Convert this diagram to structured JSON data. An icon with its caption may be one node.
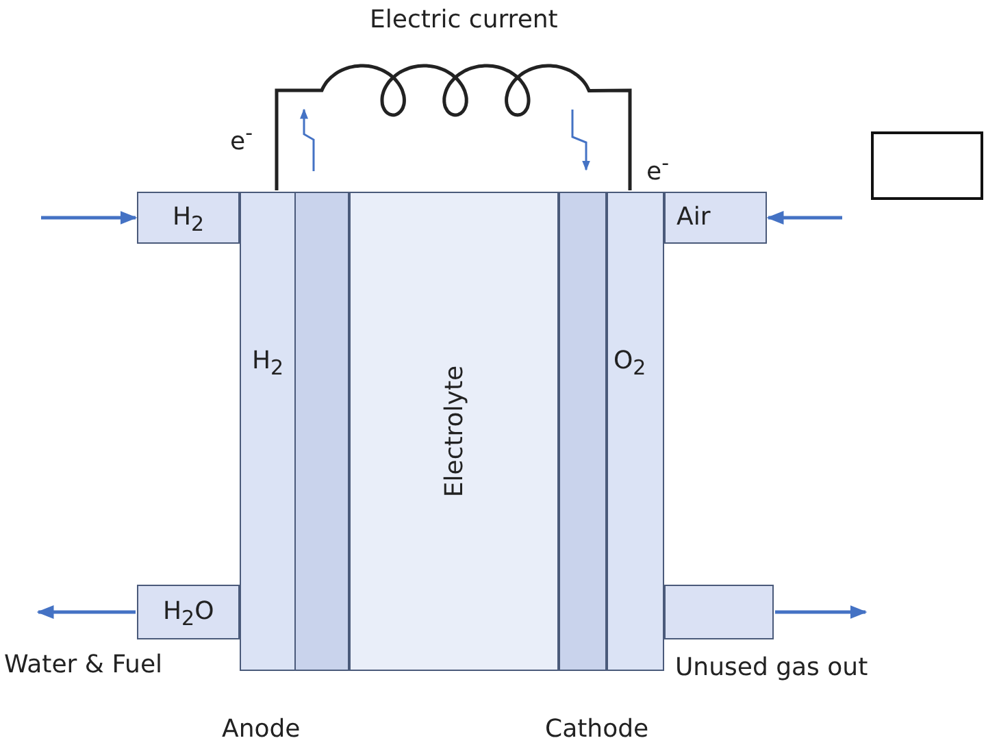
{
  "diagram": {
    "nodes": [
      {
        "text": [
          "H$_{2}$"
        ]
      },
      {
        "text": [],
        "shape": "bar"
      },
      {
        "text": [
          "Electrolyte"
        ]
      },
      {
        "text": [],
        "shape": "bar"
      },
      {
        "text": [
          "O$_{2}$"
        ]
      },
      {
        "text": [
          "H$_{2}$"
        ]
      },
      {
        "text": [
          "Air"
        ]
      },
      {
        "text": [
          "H$_{2}$O"
        ]
      },
      {
        "text": [],
        "shape": "box"
      },
      {
        "text": [],
        "shape": "box"
      }
    ],
    "edges": [
      {
        "from": null,
        "to": 5,
        "arrow": "to"
      },
      {
        "from": null,
        "to": 6,
        "arrow": "to"
      },
      {
        "from": 7,
        "to": null,
        "arrow": "to"
      },
      {
        "from": 8,
        "to": null,
        "arrow": "to"
      },
      {
        "from": 0,
        "to": 4,
        "arrow": "none",
        "color": "#222222"
      }
    ],
    "labels": [
      "Electric current",
      "e$^{-}$",
      "e$^{-}$",
      "Water & Fuel",
      "Unused gas out",
      "Anode",
      "Cathode"
    ]
  }
}
